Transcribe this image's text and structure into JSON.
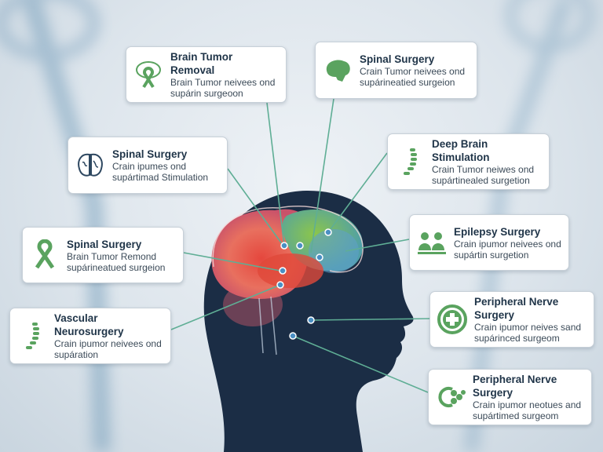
{
  "cards": [
    {
      "title": "Brain Tumor Removal",
      "line1": "Brain Tumor neivees ond",
      "line2": "supárin surgeoon",
      "icon": "brain-ribbon-icon"
    },
    {
      "title": "Spinal Surgery",
      "line1": "Crain ipumes ond",
      "line2": "supártimad Stimulation",
      "icon": "brain-outline-icon"
    },
    {
      "title": "Spinal Surgery",
      "line1": "Brain Tumor Remond",
      "line2": "supárineatued surgeion",
      "icon": "ribbon-icon"
    },
    {
      "title": "Vascular Neurosurgery",
      "line1": "Crain ipumor neivees ond",
      "line2": "supáration",
      "icon": "spine-icon"
    },
    {
      "title": "Spinal Surgery",
      "line1": "Crain Tumor neivees ond",
      "line2": "supárineatied surgeion",
      "icon": "green-brain-icon"
    },
    {
      "title": "Deep Brain Stimulation",
      "line1": "Crain Tumor neiwes ond",
      "line2": "supártinealed surgetion",
      "icon": "spine-icon"
    },
    {
      "title": "Epilepsy Surgery",
      "line1": "Crain ipumor neivees ond",
      "line2": "supártin surgetion",
      "icon": "consultation-icon"
    },
    {
      "title": "Peripheral Nerve Surgery",
      "line1": "Crain ipumor neives sand",
      "line2": "supárinced surgeom",
      "icon": "medical-cross-icon"
    },
    {
      "title": "Peripheral Nerve Surgery",
      "line1": "Crain ipumor neotues and",
      "line2": "supártimed surgeom",
      "icon": "nerve-cells-icon"
    }
  ],
  "colors": {
    "accent": "#5aa35f",
    "navy": "#1b2d45",
    "line": "#5fae95"
  }
}
